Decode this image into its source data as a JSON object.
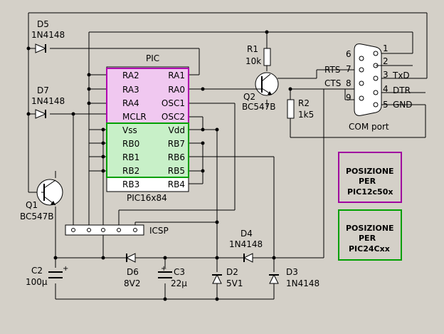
{
  "ic": {
    "title": "PIC",
    "part": "PIC16x84",
    "left_pins": [
      "RA2",
      "RA3",
      "RA4",
      "MCLR",
      "Vss",
      "RB0",
      "RB1",
      "RB2",
      "RB3"
    ],
    "right_pins": [
      "RA1",
      "RA0",
      "OSC1",
      "OSC2",
      "Vdd",
      "RB7",
      "RB6",
      "RB5",
      "RB4"
    ]
  },
  "components": {
    "d5": {
      "ref": "D5",
      "value": "1N4148"
    },
    "d7": {
      "ref": "D7",
      "value": "1N4148"
    },
    "r1": {
      "ref": "R1",
      "value": "10k"
    },
    "q2": {
      "ref": "Q2",
      "value": "BC547B"
    },
    "r2": {
      "ref": "R2",
      "value": "1k5"
    },
    "q1": {
      "ref": "Q1",
      "value": "BC547B"
    },
    "c2": {
      "ref": "C2",
      "value": "100µ"
    },
    "d6": {
      "ref": "D6",
      "value": "8V2"
    },
    "c3": {
      "ref": "C3",
      "value": "22µ"
    },
    "d2": {
      "ref": "D2",
      "value": "5V1"
    },
    "d3": {
      "ref": "D3",
      "value": "1N4148"
    },
    "d4": {
      "ref": "D4",
      "value": "1N4148"
    }
  },
  "icsp": {
    "label": "ICSP"
  },
  "com": {
    "label": "COM port",
    "pin_numbers": [
      "1",
      "2",
      "3",
      "4",
      "5",
      "6",
      "7",
      "8",
      "9"
    ],
    "signals": {
      "rts": "RTS",
      "cts": "CTS",
      "txd": "TxD",
      "dtr": "DTR",
      "gnd": "GND"
    }
  },
  "legend": {
    "pic12": {
      "line1": "POSIZIONE",
      "line2": "PER",
      "line3": "PIC12c50x",
      "color": "#a000a0"
    },
    "pic24": {
      "line1": "POSIZIONE",
      "line2": "PER",
      "line3": "PIC24Cxx",
      "color": "#00a000"
    }
  },
  "colors": {
    "purple_region": "#f0c8f0",
    "purple_border": "#b000b0",
    "green_region": "#c8f0c8",
    "green_border": "#00a000"
  }
}
